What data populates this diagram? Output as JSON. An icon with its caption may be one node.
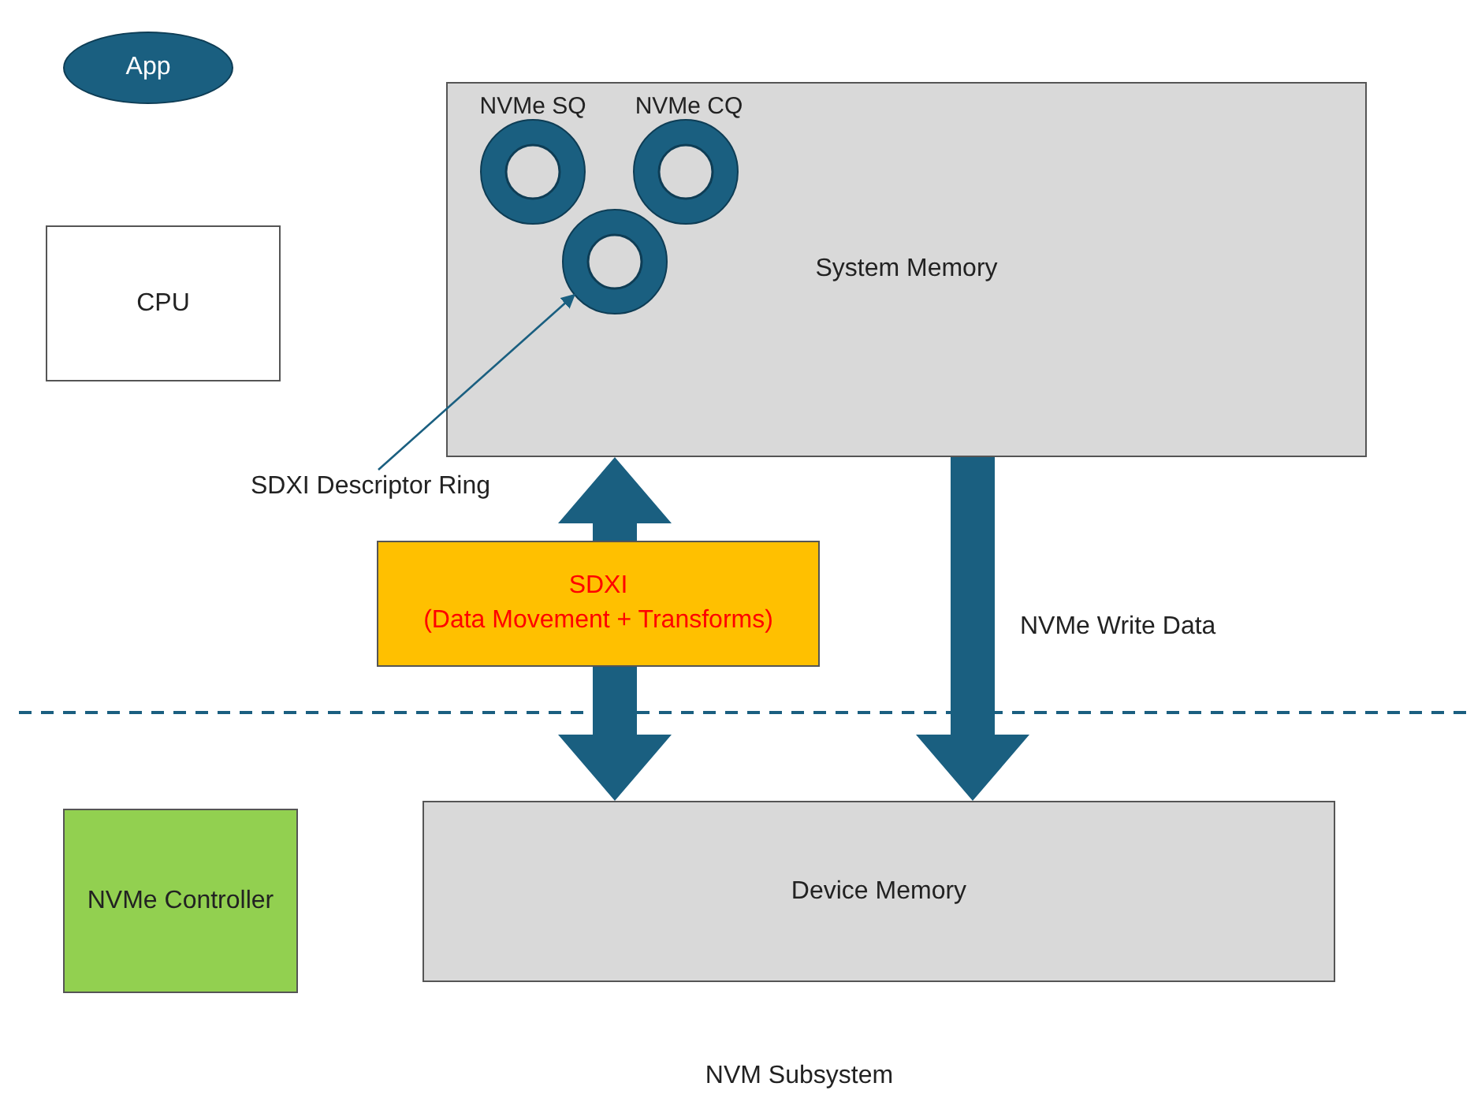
{
  "diagram": {
    "nodes": [
      {
        "text": [
          "App"
        ]
      },
      {
        "text": [
          "CPU"
        ]
      },
      {
        "text": [
          "System Memory"
        ]
      },
      {
        "text": [
          "NVMe SQ"
        ],
        "in": 2
      },
      {
        "text": [
          "NVMe CQ"
        ],
        "in": 2
      },
      {
        "text": [],
        "shape": "circle",
        "in": 2
      },
      {
        "text": [
          "SDXI Descriptor Ring"
        ]
      },
      {
        "text": [
          "SDXI",
          "(Data Movement + Transforms)"
        ]
      },
      {
        "text": [
          "Device Memory"
        ]
      },
      {
        "text": [
          "NVMe Controller"
        ]
      }
    ],
    "edges": [
      {
        "from": 6,
        "to": 5,
        "arrow": "to"
      },
      {
        "from": 7,
        "to": 2,
        "arrow": "to",
        "style": "thick"
      },
      {
        "from": 7,
        "to": 8,
        "arrow": "to",
        "style": "thick"
      },
      {
        "from": 2,
        "to": 8,
        "arrow": "to",
        "style": "thick",
        "label": "NVMe Write Data"
      }
    ],
    "labels": [
      "NVM Subsystem"
    ]
  }
}
